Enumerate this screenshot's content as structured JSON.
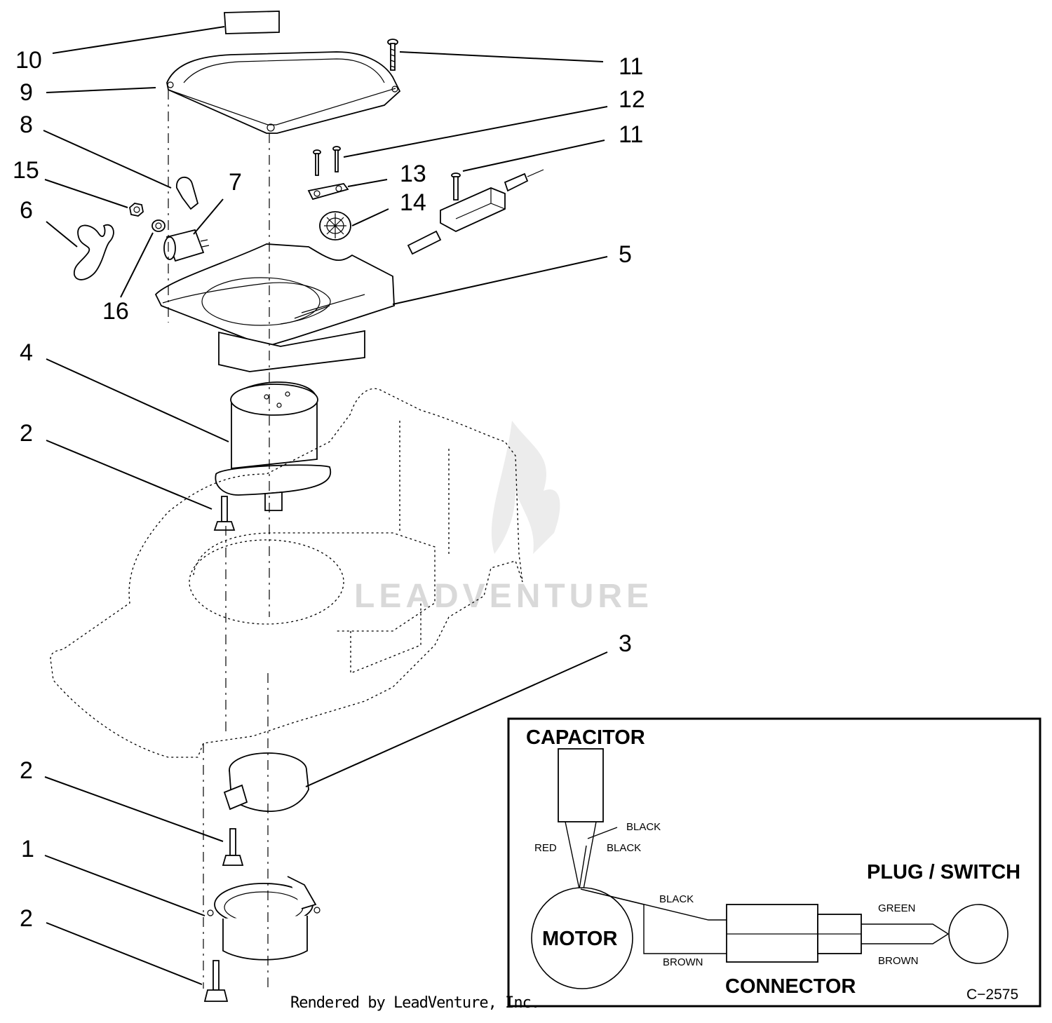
{
  "labels": [
    {
      "id": "10",
      "text": "10"
    },
    {
      "id": "9",
      "text": "9"
    },
    {
      "id": "8",
      "text": "8"
    },
    {
      "id": "15",
      "text": "15"
    },
    {
      "id": "6",
      "text": "6"
    },
    {
      "id": "7",
      "text": "7"
    },
    {
      "id": "16",
      "text": "16"
    },
    {
      "id": "4",
      "text": "4"
    },
    {
      "id": "2a",
      "text": "2"
    },
    {
      "id": "2b",
      "text": "2"
    },
    {
      "id": "1",
      "text": "1"
    },
    {
      "id": "2c",
      "text": "2"
    },
    {
      "id": "11a",
      "text": "11"
    },
    {
      "id": "12",
      "text": "12"
    },
    {
      "id": "11b",
      "text": "11"
    },
    {
      "id": "13",
      "text": "13"
    },
    {
      "id": "14",
      "text": "14"
    },
    {
      "id": "5",
      "text": "5"
    },
    {
      "id": "3",
      "text": "3"
    }
  ],
  "schematic": {
    "capacitor": "CAPACITOR",
    "motor": "MOTOR",
    "connector": "CONNECTOR",
    "plug_switch": "PLUG / SWITCH",
    "wire_red": "RED",
    "wire_black_1": "BLACK",
    "wire_black_2": "BLACK",
    "wire_black_3": "BLACK",
    "wire_brown_1": "BROWN",
    "wire_green": "GREEN",
    "wire_brown_2": "BROWN",
    "code": "C−2575"
  },
  "watermark": "LEADVENTURE",
  "footer": "Rendered by LeadVenture, Inc."
}
